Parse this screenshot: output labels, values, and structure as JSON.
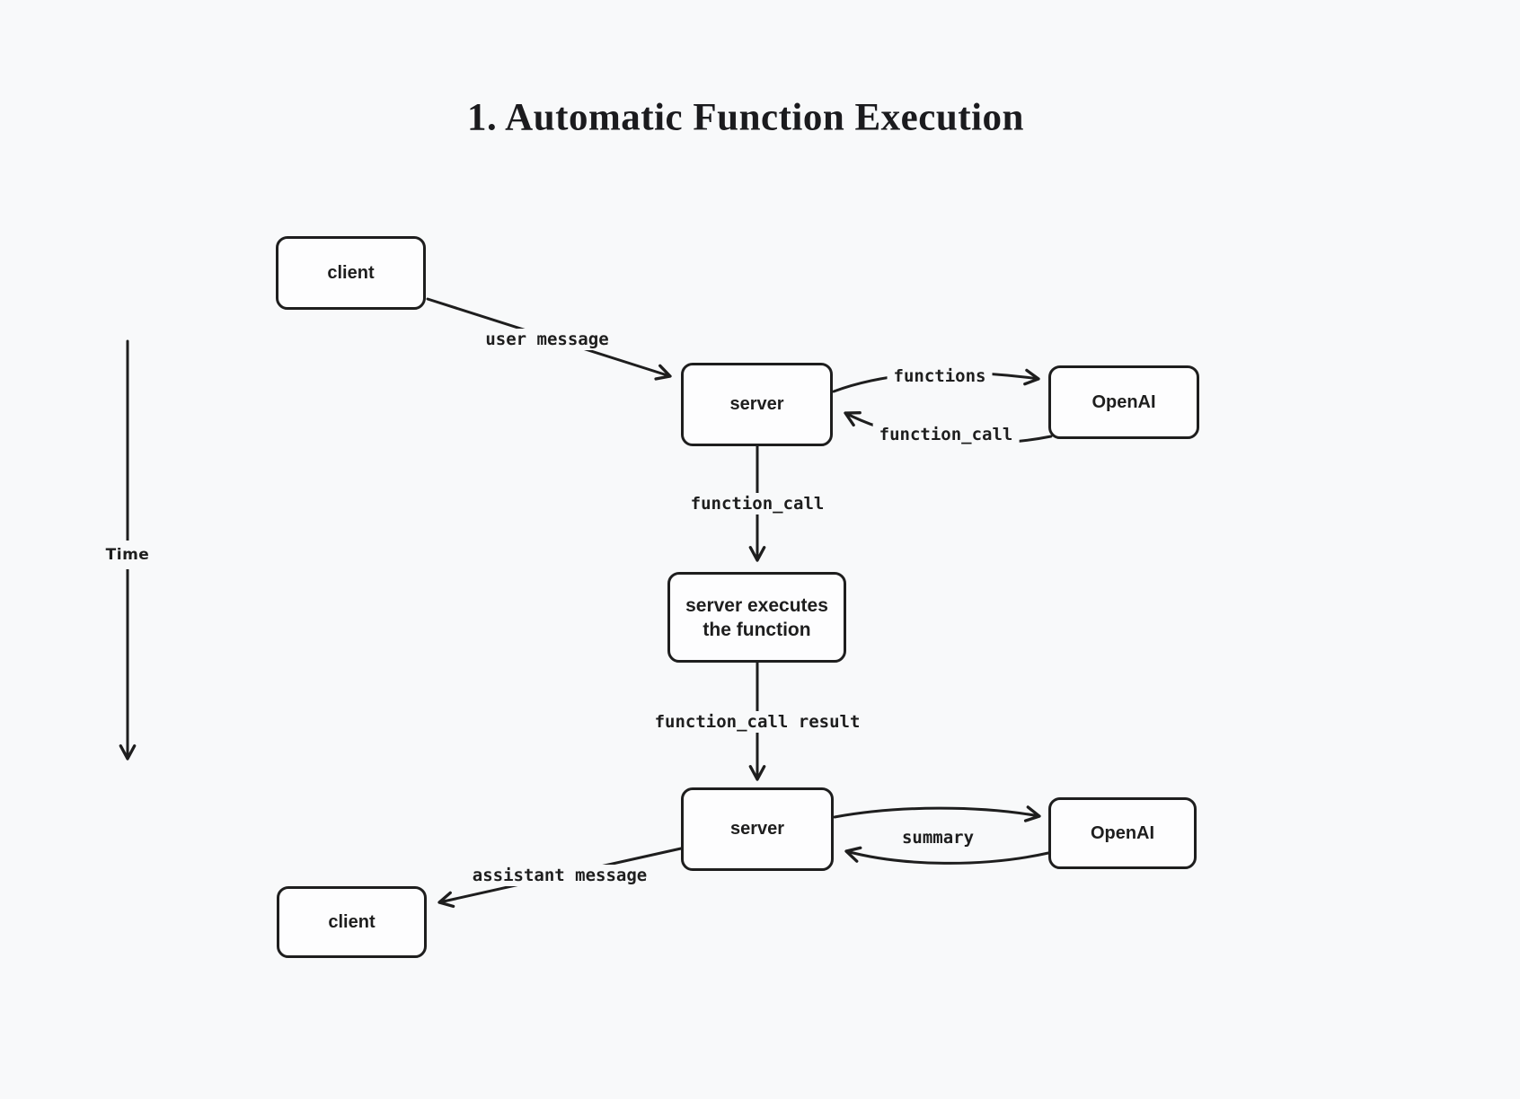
{
  "title": "1. Automatic Function Execution",
  "colors": {
    "background": "#f8f9fa",
    "stroke": "#1e1e1e",
    "node_fill": "#fdfdfe"
  },
  "time_axis": {
    "label": "Time"
  },
  "nodes": {
    "client_top": {
      "label": "client"
    },
    "server_top": {
      "label": "server"
    },
    "openai_top": {
      "label": "OpenAI"
    },
    "server_executes": {
      "label_line1": "server executes",
      "label_line2": "the function"
    },
    "server_bottom": {
      "label": "server"
    },
    "openai_bottom": {
      "label": "OpenAI"
    },
    "client_bottom": {
      "label": "client"
    }
  },
  "edges": {
    "user_message": {
      "label": "user message",
      "from": "client_top",
      "to": "server_top"
    },
    "functions": {
      "label": "functions",
      "from": "server_top",
      "to": "openai_top"
    },
    "function_call_return": {
      "label": "function_call",
      "from": "openai_top",
      "to": "server_top"
    },
    "function_call_down": {
      "label": "function_call",
      "from": "server_top",
      "to": "server_executes"
    },
    "function_call_result": {
      "label": "function_call result",
      "from": "server_executes",
      "to": "server_bottom"
    },
    "summary": {
      "label": "summary",
      "from": "server_bottom",
      "to": "openai_bottom"
    },
    "assistant_message": {
      "label": "assistant message",
      "from": "server_bottom",
      "to": "client_bottom"
    }
  }
}
